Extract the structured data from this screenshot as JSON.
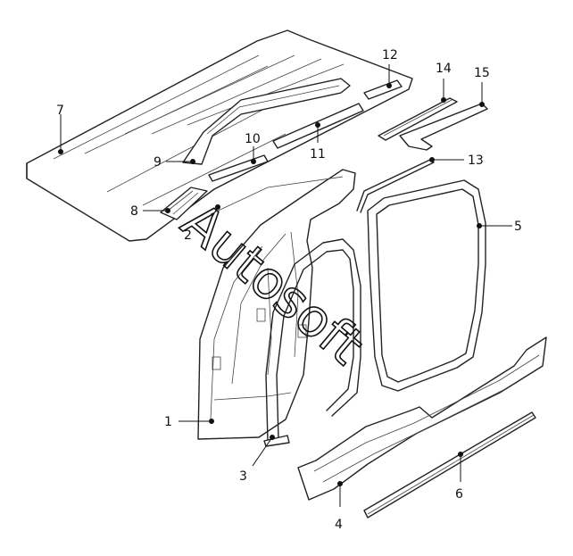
{
  "callouts": [
    {
      "id": "callout-1",
      "label": "1"
    },
    {
      "id": "callout-2",
      "label": "2"
    },
    {
      "id": "callout-3",
      "label": "3"
    },
    {
      "id": "callout-4",
      "label": "4"
    },
    {
      "id": "callout-5",
      "label": "5"
    },
    {
      "id": "callout-6",
      "label": "6"
    },
    {
      "id": "callout-7",
      "label": "7"
    },
    {
      "id": "callout-8",
      "label": "8"
    },
    {
      "id": "callout-9",
      "label": "9"
    },
    {
      "id": "callout-10",
      "label": "10"
    },
    {
      "id": "callout-11",
      "label": "11"
    },
    {
      "id": "callout-12",
      "label": "12"
    },
    {
      "id": "callout-13",
      "label": "13"
    },
    {
      "id": "callout-14",
      "label": "14"
    },
    {
      "id": "callout-15",
      "label": "15"
    }
  ],
  "watermark": {
    "text": "Autosoft"
  }
}
